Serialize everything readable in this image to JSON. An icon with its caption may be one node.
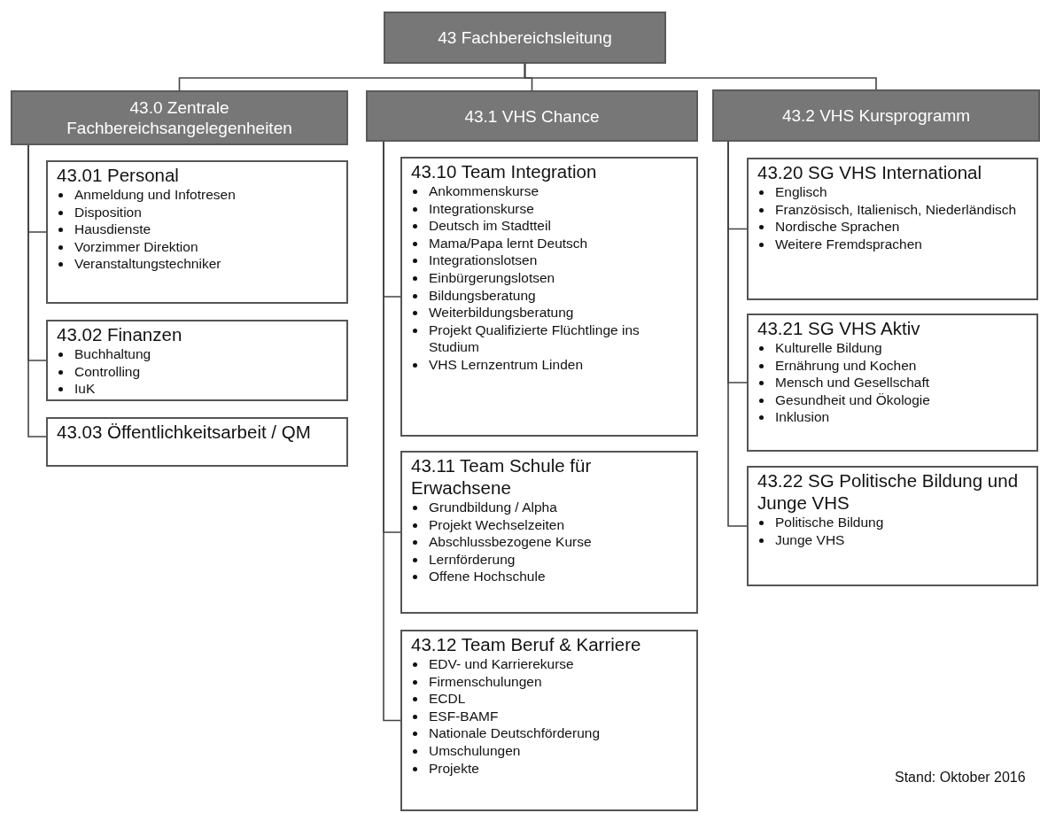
{
  "diagram": {
    "nodes": [
      {
        "text": [
          "43 Fachbereichsleitung"
        ]
      },
      {
        "text": [
          "43.0 Zentrale Fachbereichsangelegenheiten"
        ]
      },
      {
        "text": [
          "43.1 VHS Chance"
        ]
      },
      {
        "text": [
          "43.2 VHS Kursprogramm"
        ]
      },
      {
        "text": [
          "43.01 Personal",
          "Anmeldung und Infotresen",
          "Disposition",
          "Hausdienste",
          "Vorzimmer Direktion",
          "Veranstaltungstechniker"
        ]
      },
      {
        "text": [
          "43.02 Finanzen",
          "Buchhaltung",
          "Controlling",
          "IuK"
        ]
      },
      {
        "text": [
          "43.03 Öffentlichkeitsarbeit / QM"
        ]
      },
      {
        "text": [
          "43.10 Team Integration",
          "Ankommenskurse",
          "Integrationskurse",
          "Deutsch im Stadtteil",
          "Mama/Papa lernt Deutsch",
          "Integrationslotsen",
          "Einbürgerungslotsen",
          "Bildungsberatung",
          "Weiterbildungsberatung",
          "Projekt Qualifizierte Flüchtlinge ins Studium",
          "VHS Lernzentrum Linden"
        ]
      },
      {
        "text": [
          "43.11 Team Schule für Erwachsene",
          "Grundbildung / Alpha",
          "Projekt Wechselzeiten",
          "Abschlussbezogene Kurse",
          "Lernförderung",
          "Offene Hochschule"
        ]
      },
      {
        "text": [
          "43.12 Team Beruf & Karriere",
          "EDV- und Karrierekurse",
          "Firmenschulungen",
          "ECDL",
          "ESF-BAMF",
          "Nationale Deutschförderung",
          "Umschulungen",
          "Projekte"
        ]
      },
      {
        "text": [
          "43.20 SG VHS International",
          "Englisch",
          "Französisch, Italienisch, Niederländisch",
          "Nordische Sprachen",
          "Weitere Fremdsprachen"
        ]
      },
      {
        "text": [
          "43.21 SG VHS Aktiv",
          "Kulturelle Bildung",
          "Ernährung und Kochen",
          "Mensch und Gesellschaft",
          "Gesundheit und Ökologie",
          "Inklusion"
        ]
      },
      {
        "text": [
          "43.22 SG Politische Bildung und Junge VHS",
          "Politische Bildung",
          "Junge VHS"
        ]
      }
    ],
    "edges": [
      {
        "from": 0,
        "to": 1,
        "arrow": "none"
      },
      {
        "from": 0,
        "to": 2,
        "arrow": "none"
      },
      {
        "from": 0,
        "to": 3,
        "arrow": "none"
      },
      {
        "from": 1,
        "to": 4,
        "arrow": "none"
      },
      {
        "from": 1,
        "to": 5,
        "arrow": "none"
      },
      {
        "from": 1,
        "to": 6,
        "arrow": "none"
      },
      {
        "from": 2,
        "to": 7,
        "arrow": "none"
      },
      {
        "from": 2,
        "to": 8,
        "arrow": "none"
      },
      {
        "from": 2,
        "to": 9,
        "arrow": "none"
      },
      {
        "from": 3,
        "to": 10,
        "arrow": "none"
      },
      {
        "from": 3,
        "to": 11,
        "arrow": "none"
      },
      {
        "from": 3,
        "to": 12,
        "arrow": "none"
      }
    ],
    "labels": [
      "Stand: Oktober 2016"
    ]
  }
}
